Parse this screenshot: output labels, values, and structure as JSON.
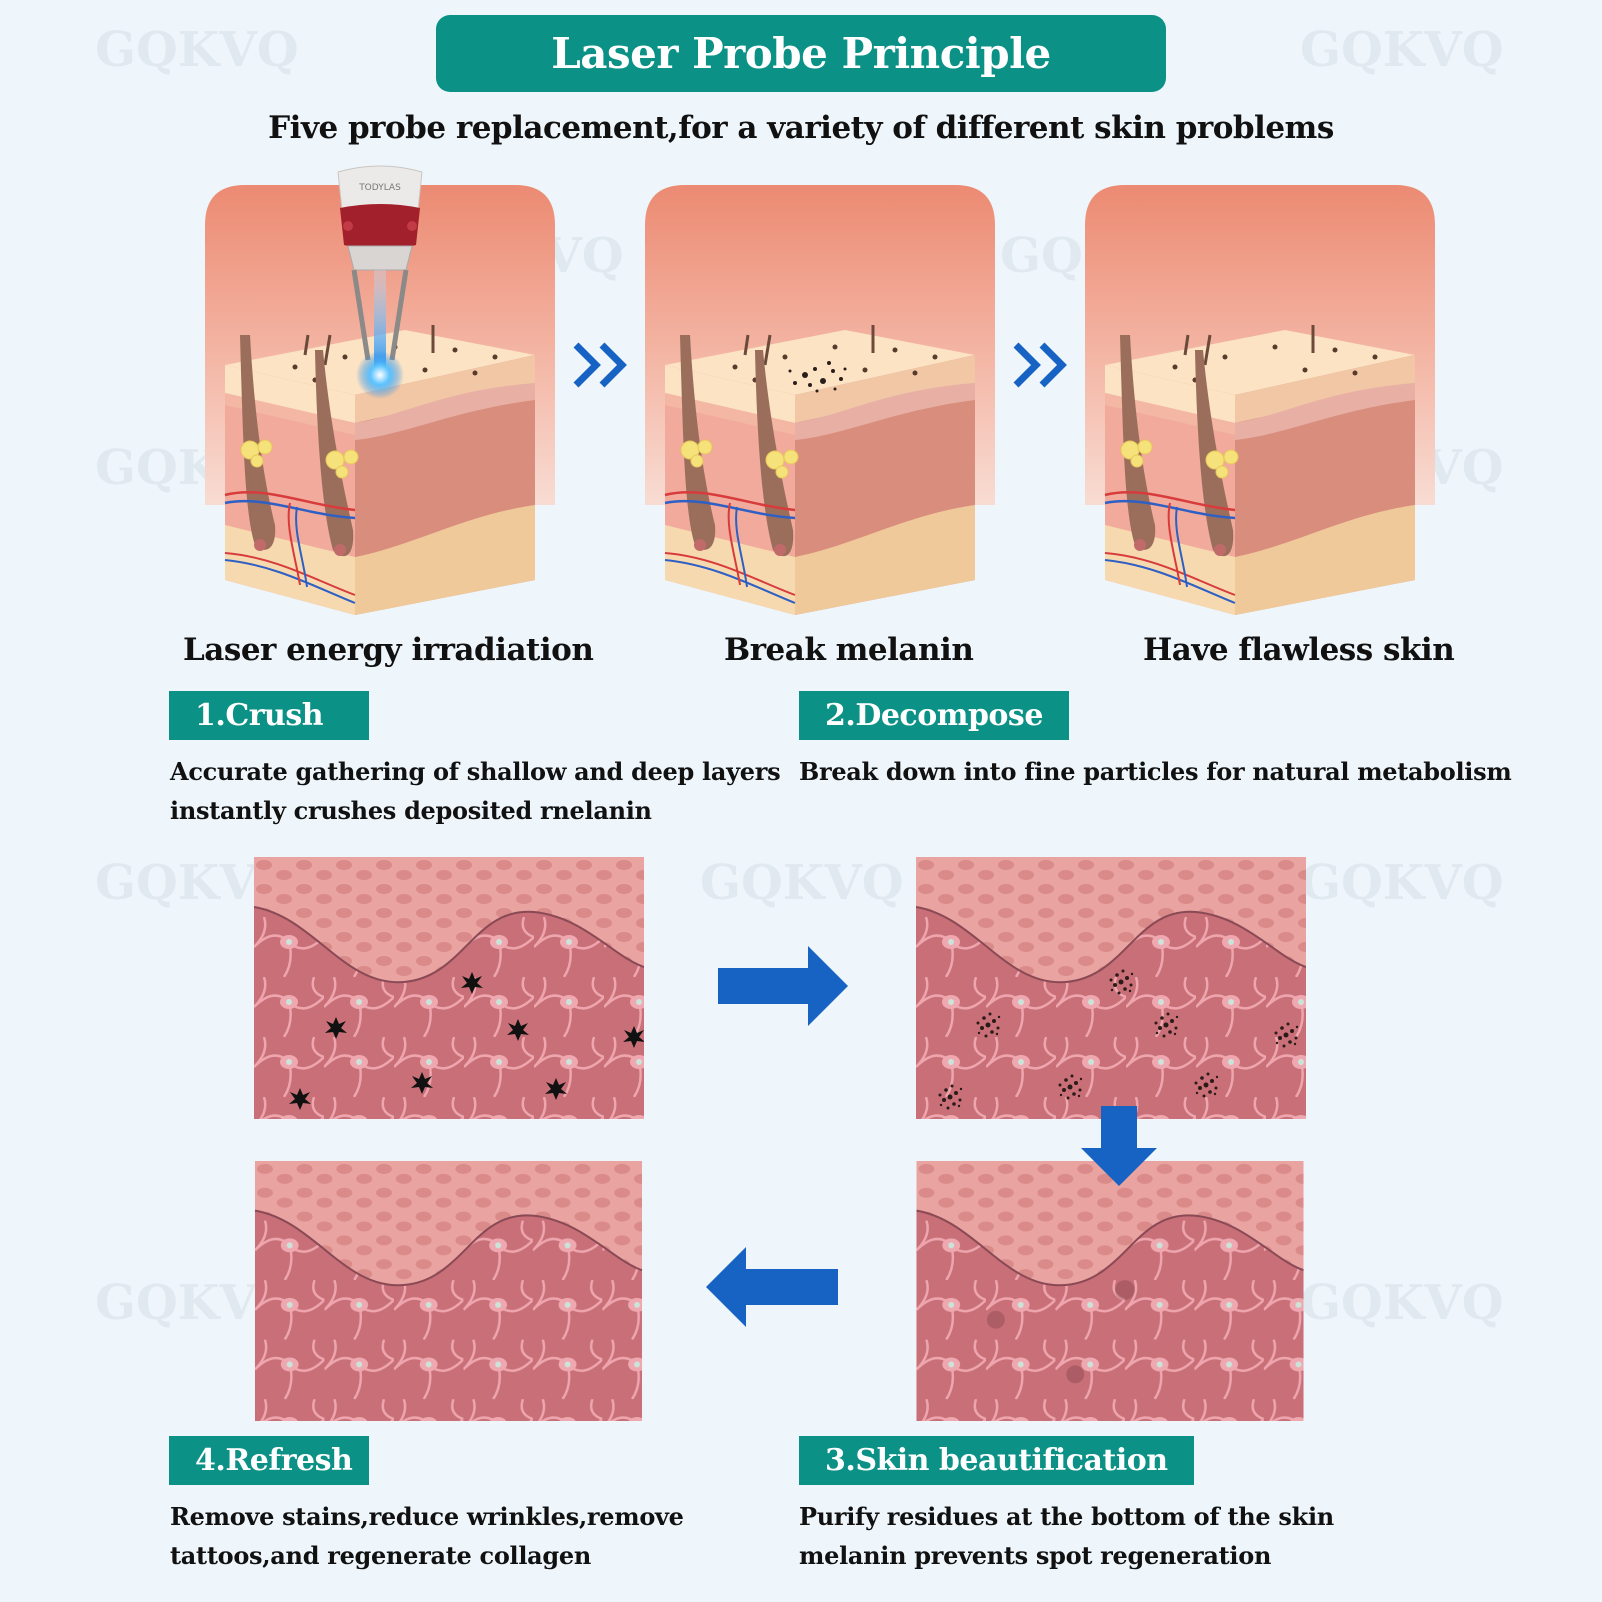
{
  "header": {
    "title": "Laser Probe Principle",
    "subtitle": "Five probe replacement,for a variety of different skin problems"
  },
  "brand": {
    "watermark": "GQKVQ",
    "probe_label": "TODYLAS",
    "accent_color": "#0b9185",
    "arrow_color": "#1763c4"
  },
  "stages": [
    {
      "caption": "Laser energy irradiation"
    },
    {
      "caption": "Break melanin"
    },
    {
      "caption": "Have flawless skin"
    }
  ],
  "steps": [
    {
      "tag": "1.Crush",
      "lines": [
        "Accurate gathering of shallow and deep layers",
        "instantly crushes deposited rnelanin"
      ]
    },
    {
      "tag": "2.Decompose",
      "lines": [
        "Break down into fine particles for natural metabolism"
      ]
    },
    {
      "tag": "3.Skin beautification",
      "lines": [
        "Purify residues at the bottom of the skin",
        "melanin prevents spot regeneration"
      ]
    },
    {
      "tag": "4.Refresh",
      "lines": [
        "Remove stains,reduce wrinkles,remove",
        "tattoos,and regenerate collagen"
      ]
    }
  ],
  "icons": {
    "stage_arrows": "double-chevron-right-icon",
    "flow_arrows": [
      "arrow-right-icon",
      "arrow-down-icon",
      "arrow-left-icon"
    ]
  }
}
